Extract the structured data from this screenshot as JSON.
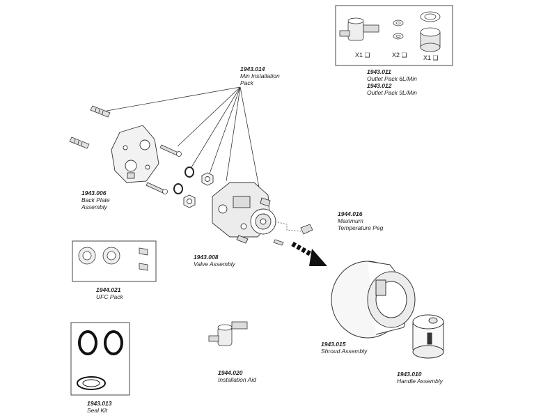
{
  "labels": {
    "min_install": {
      "code": "1943.014",
      "lines": [
        "Min Installation",
        "Pack"
      ]
    },
    "outlet_6": {
      "code": "1943.011",
      "text": "Outlet Pack 6L/Min"
    },
    "outlet_9": {
      "code": "1943.012",
      "text": "Outlet Pack 9L/Min"
    },
    "back_plate": {
      "code": "1943.006",
      "lines": [
        "Back Plate",
        "Assembly"
      ]
    },
    "max_temp": {
      "code": "1944.016",
      "lines": [
        "Maximum",
        "Temperature Peg"
      ]
    },
    "valve": {
      "code": "1943.008",
      "lines": [
        "Valve Assembly"
      ]
    },
    "ufc": {
      "code": "1944.021",
      "lines": [
        "UFC Pack"
      ]
    },
    "shroud": {
      "code": "1943.015",
      "lines": [
        "Shroud Assembly"
      ]
    },
    "install_aid": {
      "code": "1944.020",
      "lines": [
        "Installation Aid"
      ]
    },
    "handle": {
      "code": "1943.010",
      "lines": [
        "Handle Assembly"
      ]
    },
    "seal_kit": {
      "code": "1943.013",
      "lines": [
        "Seal Kit"
      ]
    }
  },
  "outlet_box": {
    "qty_1": "X1 ❑",
    "qty_2": "X2 ❑",
    "qty_3": "X1 ❑"
  }
}
